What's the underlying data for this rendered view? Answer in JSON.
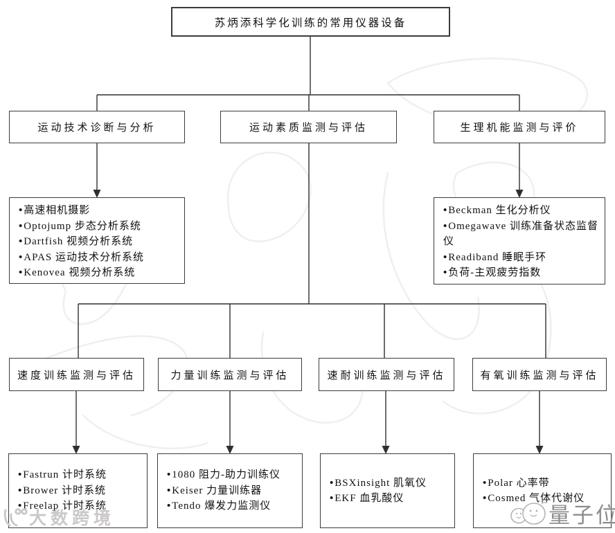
{
  "title": {
    "label": "苏炳添科学化训练的常用仪器设备"
  },
  "colors": {
    "box_border": "#3b3b3b",
    "connector_line": "#2f2f2f",
    "text": "#111111",
    "background_watermark": "#f1efee",
    "watermark_left_text": "#cbc8c8",
    "watermark_right_text": "#8f8c8c"
  },
  "level2": [
    {
      "label": "运动技术诊断与分析",
      "items": [
        "高速相机摄影",
        "Optojump 步态分析系统",
        "Dartfish 视频分析系统",
        "APAS 运动技术分析系统",
        "Kenovea 视频分析系统"
      ]
    },
    {
      "label": "运动素质监测与评估"
    },
    {
      "label": "生理机能监测与评价",
      "items": [
        "Beckman 生化分析仪",
        "Omegawave 训练准备状态监督仪",
        "Readiband 睡眠手环",
        "负荷-主观疲劳指数"
      ]
    }
  ],
  "level3": [
    {
      "label": "速度训练监测与评估",
      "items": [
        "Fastrun 计时系统",
        "Brower 计时系统",
        "Freelap 计时系统"
      ]
    },
    {
      "label": "力量训练监测与评估",
      "items": [
        "1080 阻力-助力训练仪",
        "Keiser 力量训练器",
        "Tendo 爆发力监测仪"
      ]
    },
    {
      "label": "速耐训练监测与评估",
      "items": [
        "BSXinsight 肌氧仪",
        "EKF 血乳酸仪"
      ]
    },
    {
      "label": "有氧训练监测与评估",
      "items": [
        "Polar 心率带",
        "Cosmed 气体代谢仪"
      ]
    }
  ],
  "watermarks": {
    "bottom_left": "大数跨境",
    "bottom_right": "量子位"
  }
}
